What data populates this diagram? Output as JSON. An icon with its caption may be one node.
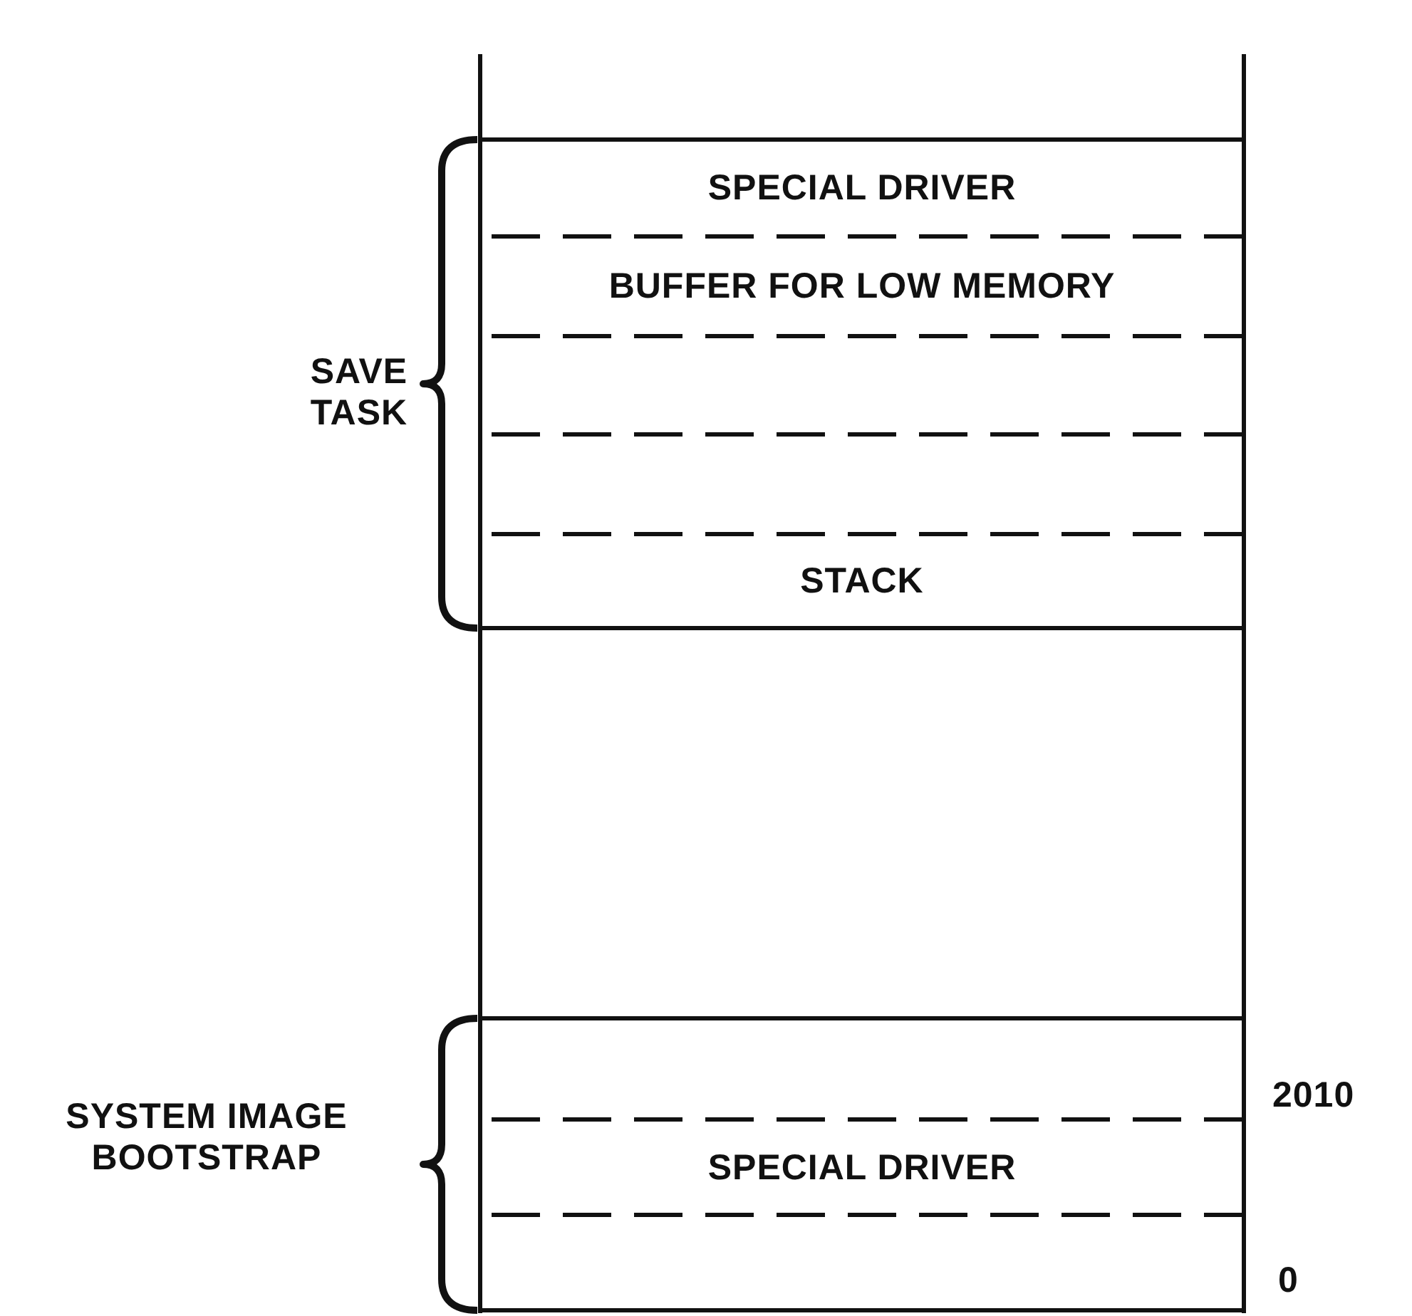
{
  "diagram": {
    "nodes": [
      {
        "text": [
          "SPECIAL DRIVER"
        ]
      },
      {
        "text": [
          "BUFFER FOR LOW MEMORY"
        ]
      },
      {
        "text": [
          "STACK"
        ]
      },
      {
        "text": [
          "SPECIAL DRIVER"
        ]
      }
    ],
    "labels": [
      "SAVE TASK",
      "SYSTEM IMAGE BOOTSTRAP",
      "2010",
      "0"
    ]
  }
}
